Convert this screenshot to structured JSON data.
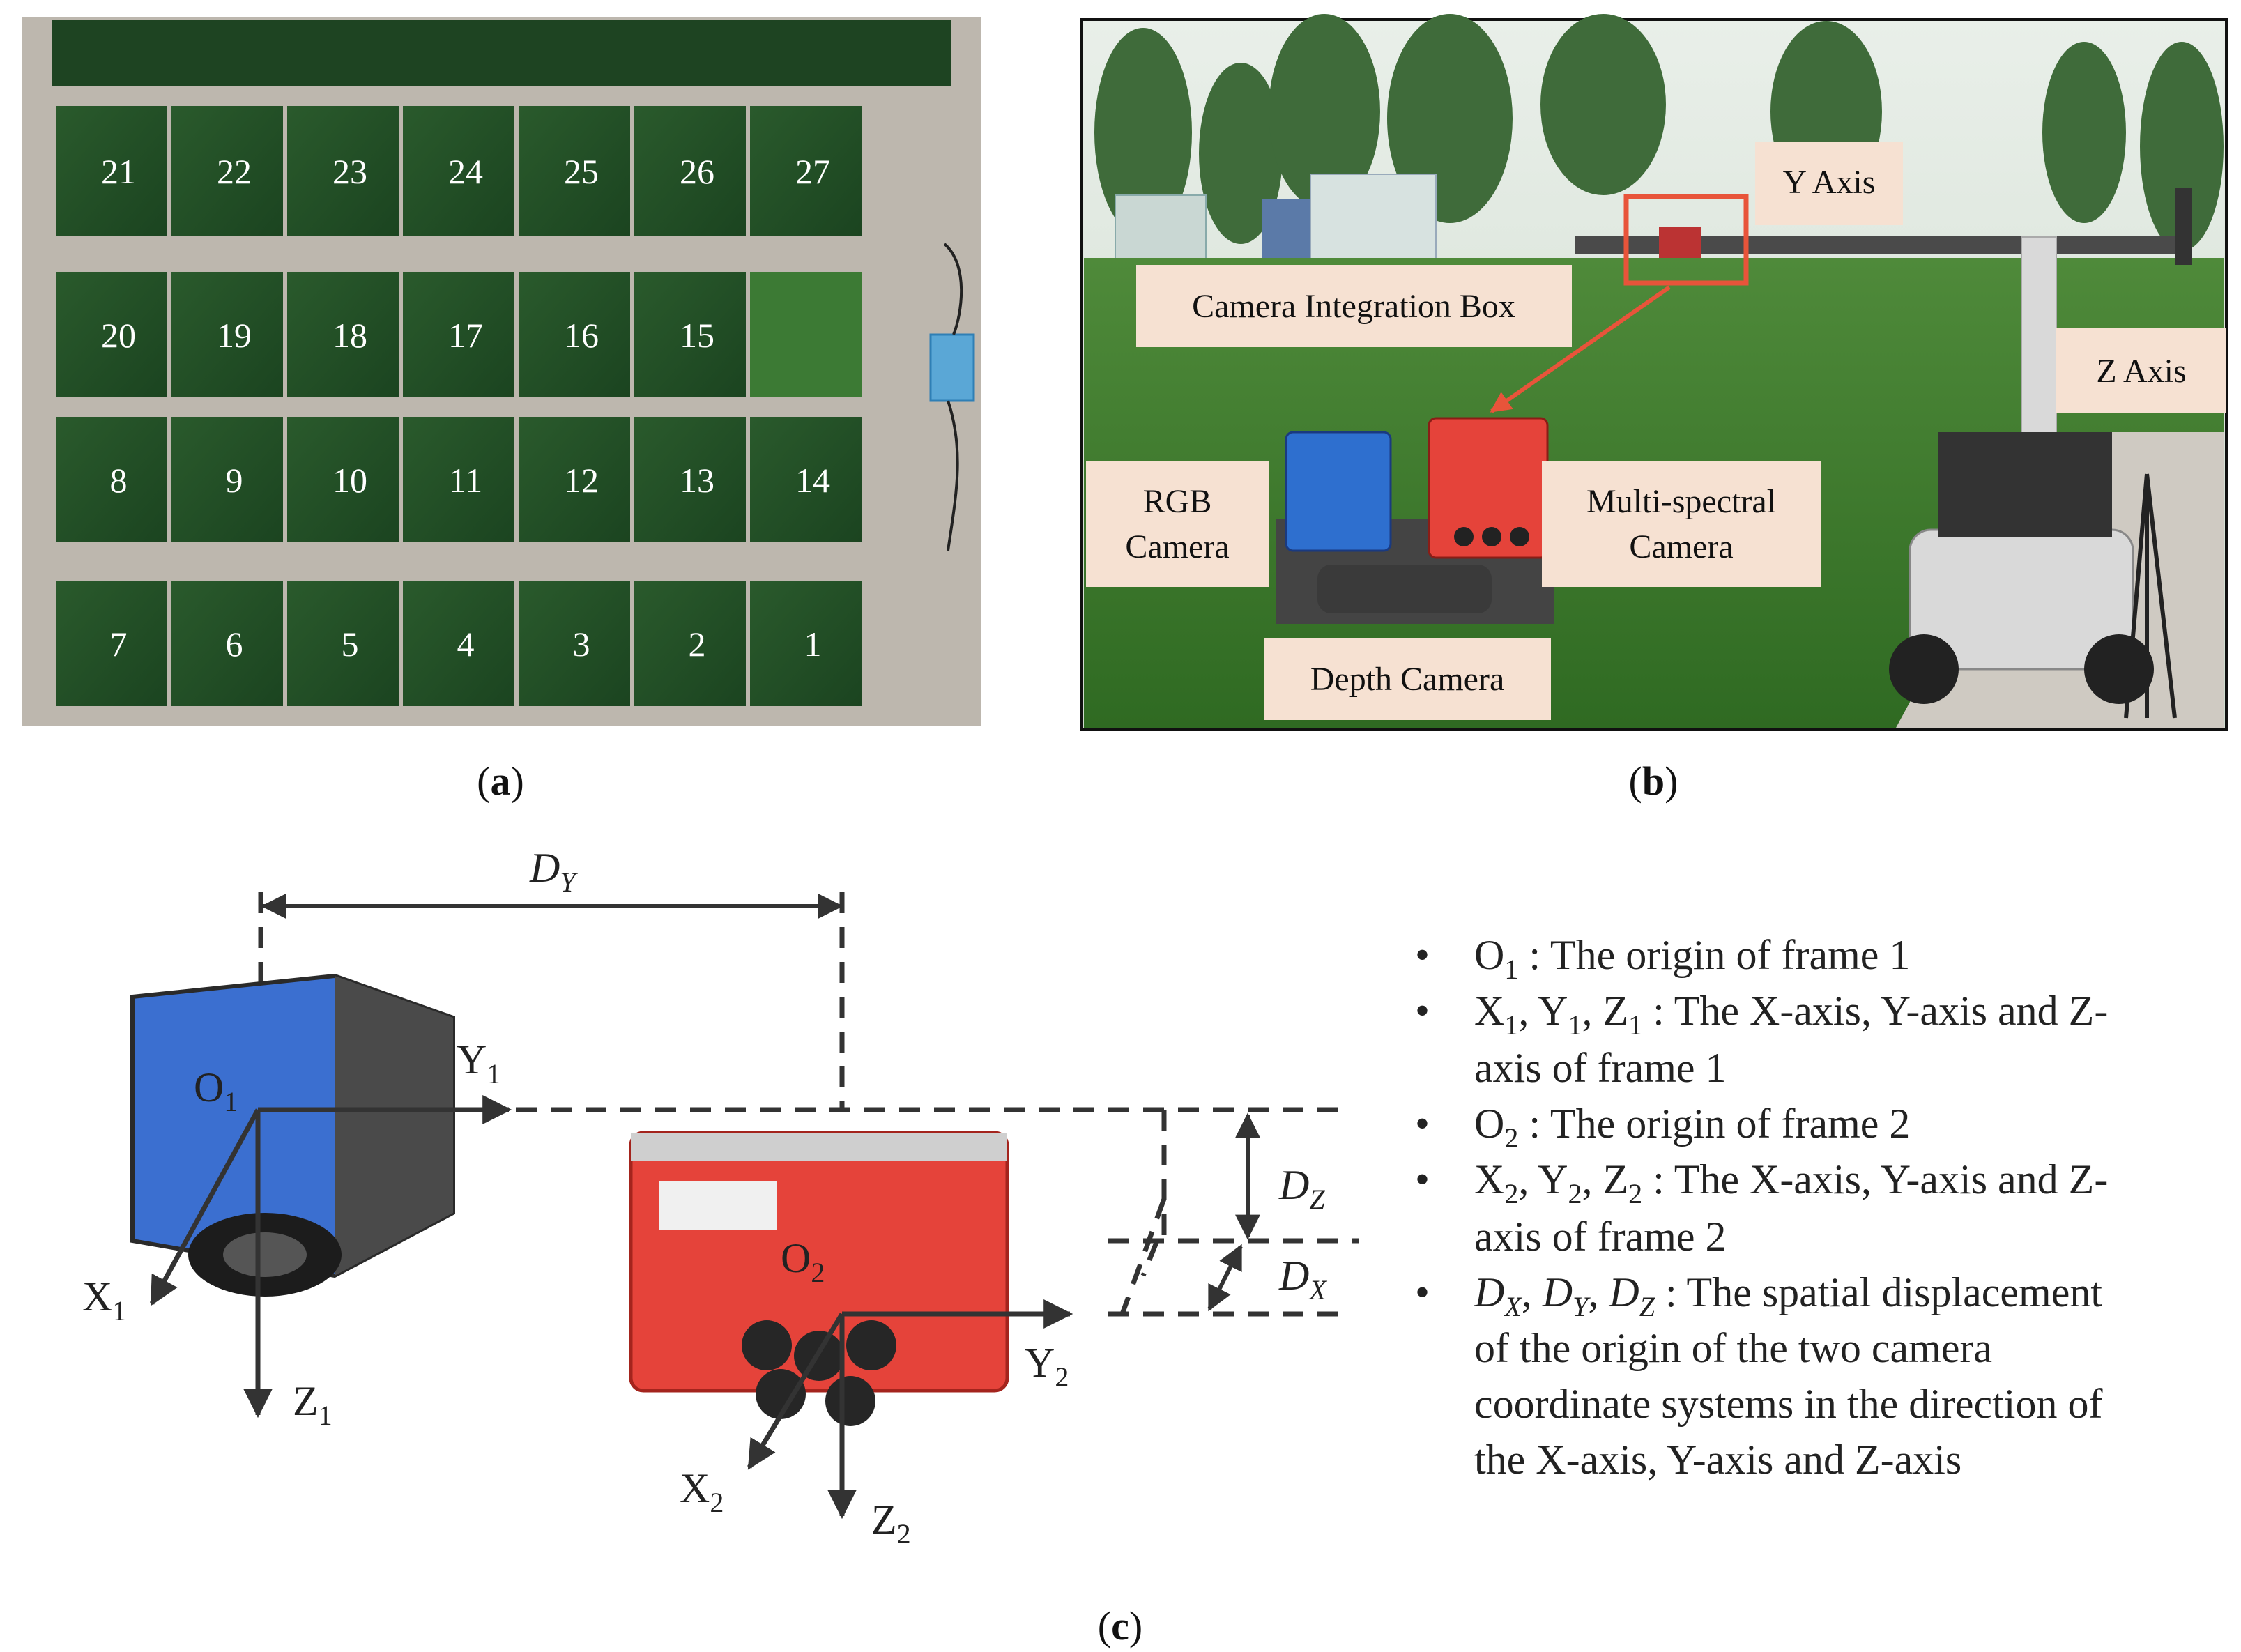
{
  "panel_a": {
    "caption_letter": "a",
    "plots_row1": [
      "21",
      "22",
      "23",
      "24",
      "25",
      "26",
      "27"
    ],
    "plots_row2": [
      "20",
      "19",
      "18",
      "17",
      "16",
      "15"
    ],
    "plots_row3": [
      "8",
      "9",
      "10",
      "11",
      "12",
      "13",
      "14"
    ],
    "plots_row4": [
      "7",
      "6",
      "5",
      "4",
      "3",
      "2",
      "1"
    ]
  },
  "panel_b": {
    "caption_letter": "b",
    "callouts": {
      "y_axis": "Y Axis",
      "z_axis": "Z Axis",
      "camera_box": "Camera Integration Box",
      "rgb_line1": "RGB",
      "rgb_line2": "Camera",
      "ms_line1": "Multi-spectral",
      "ms_line2": "Camera",
      "depth": "Depth Camera"
    }
  },
  "panel_c": {
    "caption_letter": "c",
    "axes": {
      "O": "O",
      "X": "X",
      "Y": "Y",
      "Z": "Z",
      "sub1": "1",
      "sub2": "2",
      "D": "D",
      "subX": "X",
      "subY": "Y",
      "subZ": "Z"
    },
    "legend": {
      "item1": ": The origin of frame 1",
      "item2_l1": ": The X-axis, Y-axis and Z-",
      "item2_l2": "axis of frame 1",
      "item3": ": The origin of frame 2",
      "item4_l1": ": The X-axis, Y-axis and Z-",
      "item4_l2": "axis of frame 2",
      "item5_l1": ": The spatial displacement",
      "item5_l2": "of  the  origin  of  the  two  camera",
      "item5_l3": "coordinate systems in the direction of",
      "item5_l4": "the X-axis, Y-axis and Z-axis",
      "sep": ", "
    }
  },
  "colors": {
    "field_green": "#1f4a24",
    "path_gray": "#b8b3ab",
    "callout_fill": "#f6e1d2",
    "highlight_red": "#e8543a",
    "camera_blue": "#3b6fd0",
    "camera_red": "#e5433a"
  }
}
